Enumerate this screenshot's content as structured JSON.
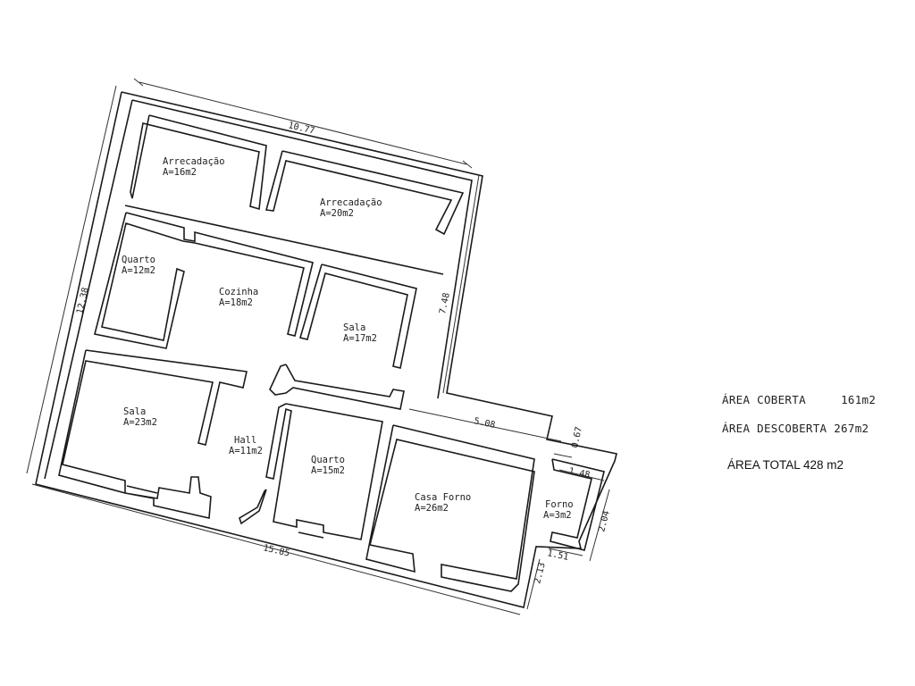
{
  "rooms": {
    "arrecadacao_1": {
      "name": "Arrecadação",
      "area": "A=16m2"
    },
    "arrecadacao_2": {
      "name": "Arrecadação",
      "area": "A=20m2"
    },
    "quarto_1": {
      "name": "Quarto",
      "area": "A=12m2"
    },
    "cozinha": {
      "name": "Cozinha",
      "area": "A=18m2"
    },
    "sala_1": {
      "name": "Sala",
      "area": "A=17m2"
    },
    "sala_2": {
      "name": "Sala",
      "area": "A=23m2"
    },
    "hall": {
      "name": "Hall",
      "area": "A=11m2"
    },
    "quarto_2": {
      "name": "Quarto",
      "area": "A=15m2"
    },
    "casa_forno": {
      "name": "Casa Forno",
      "area": "A=26m2"
    },
    "forno": {
      "name": "Forno",
      "area": "A=3m2"
    }
  },
  "dimensions": {
    "top": "10.77",
    "left": "12.38",
    "right_upper": "7.48",
    "step": "5.08",
    "small_1": "0.67",
    "small_2": "1.48",
    "forno_depth": "2.04",
    "forno_width": "1.51",
    "forno_bottom": "2.13",
    "bottom": "15.85"
  },
  "summary": {
    "coberta_label": "ÁREA COBERTA",
    "coberta_value": "161m2",
    "descoberta_label": "ÁREA DESCOBERTA",
    "descoberta_value": "267m2",
    "total": "ÁREA TOTAL 428 m2"
  }
}
